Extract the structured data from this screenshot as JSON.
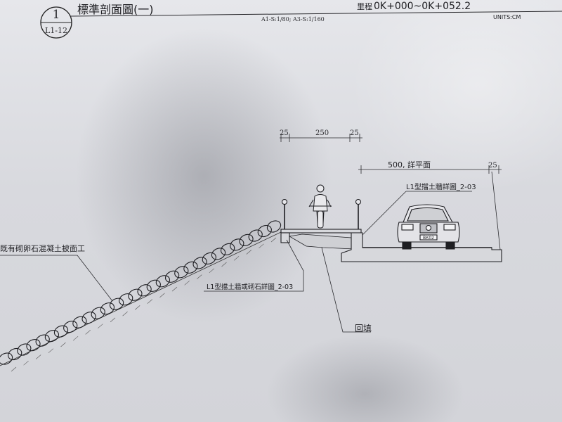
{
  "sheet": {
    "number": "1",
    "ref": "L1-12",
    "title": "標準剖面圖(一)",
    "scale": "A1-S:1/80; A3-S:1/160",
    "chainage_label": "里程",
    "chainage": "0K+000~0K+052.2",
    "units": "UNITS:CM"
  },
  "dimensions": {
    "left_edge": "25",
    "path_width": "250",
    "right_edge": "25",
    "road": "500, 詳平面",
    "road_edge": "25"
  },
  "labels": {
    "slope": "既有砌卵石混凝土披面工",
    "wall_right": "L1型擋土牆詳圖_2-03",
    "wall_left": "L1型擋土牆或砌石詳圖_2-03",
    "backfill": "回填"
  },
  "car": {
    "plate": "ВК02"
  },
  "colors": {
    "ink": "#1e1e22",
    "paper": "#e4e5e9"
  }
}
